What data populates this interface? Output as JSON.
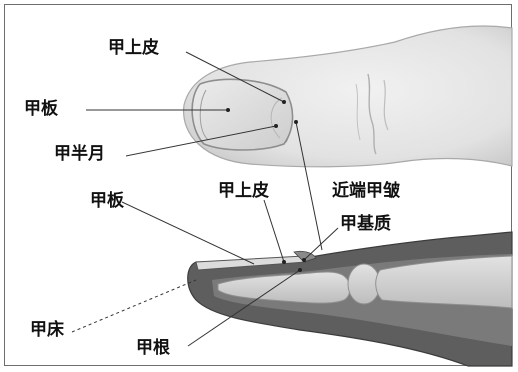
{
  "labels": {
    "top_eponychium": "甲上皮",
    "top_nail_plate": "甲板",
    "top_lunula": "甲半月",
    "side_eponychium": "甲上皮",
    "side_proximal_fold": "近端甲皱",
    "side_nail_plate": "甲板",
    "side_matrix": "甲基质",
    "side_nail_bed": "甲床",
    "side_nail_root": "甲根"
  },
  "colors": {
    "finger_skin": "#e6e6e6",
    "finger_shadow": "#cfcfcf",
    "nail_plate": "#d8d8d8",
    "soft_tissue": "#5e5e5e",
    "bone": "#cfcfcf",
    "leader_line": "#333333",
    "label_text": "#111111"
  }
}
